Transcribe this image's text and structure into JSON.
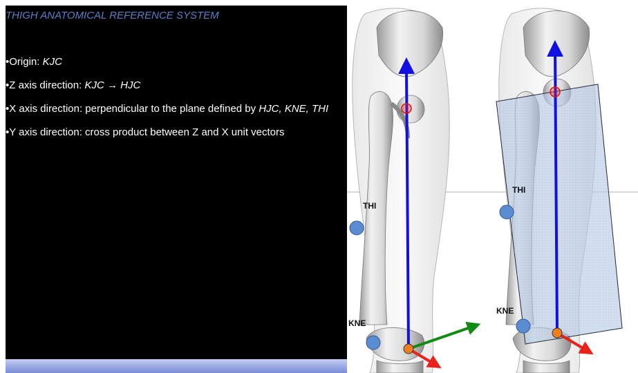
{
  "slide": {
    "title": "THIGH ANATOMICAL REFERENCE SYSTEM",
    "bullets": [
      {
        "prefix": "•Origin: ",
        "em": "KJC",
        "suffix": ""
      },
      {
        "prefix": "•Z axis direction: ",
        "em": "KJC → HJC",
        "suffix": ""
      },
      {
        "prefix": "•X axis direction: perpendicular to the plane defined by ",
        "em": "HJC, KNE, THI",
        "suffix": ""
      },
      {
        "prefix": "•Y axis direction: cross product between Z and X unit vectors",
        "em": "",
        "suffix": ""
      }
    ]
  },
  "figures": {
    "left": {
      "thi_label": "THI",
      "kne_label": "KNE"
    },
    "right": {
      "thi_label": "THI",
      "kne_label": "KNE"
    }
  },
  "colors": {
    "slide_bg": "#000000",
    "title": "#5b7fc7",
    "z_axis": "#1010e0",
    "x_axis": "#138a13",
    "y_axis": "#e8231c",
    "marker": "#5b8ccf",
    "joint_center": "#f07d1e",
    "plane": "#b8cce4"
  }
}
